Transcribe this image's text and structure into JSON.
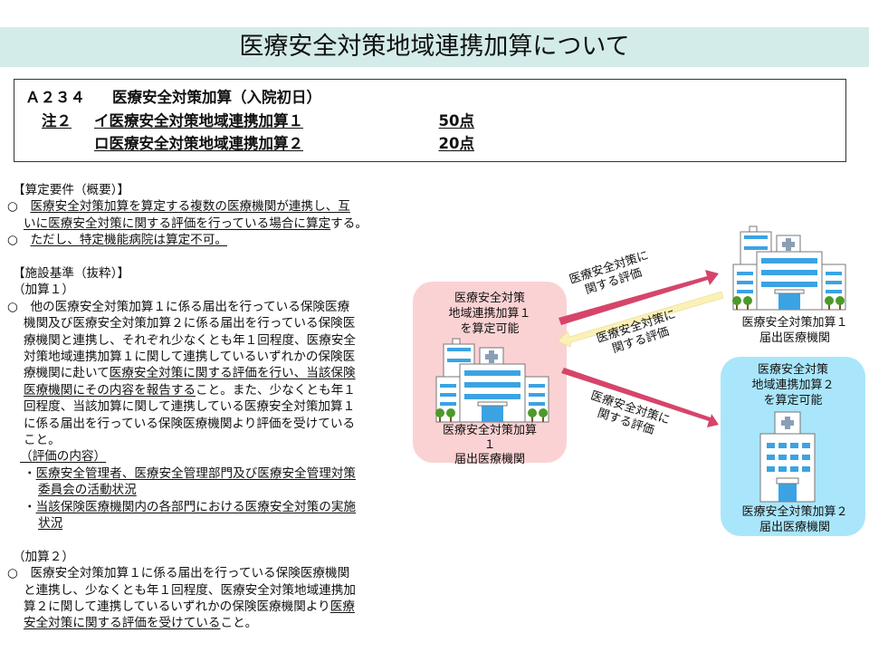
{
  "title": "医療安全対策地域連携加算について",
  "header_box": {
    "line1_code": "Ａ２３４",
    "line1_name": "医療安全対策加算（入院初日）",
    "line2_note": "注２",
    "line2_name": "イ医療安全対策地域連携加算１",
    "line2_points": "50点",
    "line3_name": "ロ医療安全対策地域連携加算２",
    "line3_points": "20点"
  },
  "body_lines": [
    {
      "x": 14,
      "segs": [
        {
          "t": "【算定要件（概要）】"
        }
      ]
    },
    {
      "x": 8,
      "segs": [
        {
          "t": "○　"
        },
        {
          "t": "医療安全対策加算を算定する複数の医療機関が連携し、互",
          "u": 1
        }
      ]
    },
    {
      "x": 26,
      "segs": [
        {
          "t": "いに医療安全対策に関する評価を行っている場合に算定",
          "u": 1
        },
        {
          "t": "する。"
        }
      ]
    },
    {
      "x": 8,
      "segs": [
        {
          "t": "○　"
        },
        {
          "t": "ただし、特定機能病院は算定不可。",
          "u": 1
        }
      ]
    },
    {
      "x": 14,
      "segs": [
        {
          "t": "【施設基準（抜粋）】"
        }
      ],
      "gap": 1
    },
    {
      "x": 14,
      "segs": [
        {
          "t": "（加算１）"
        }
      ]
    },
    {
      "x": 8,
      "segs": [
        {
          "t": "○　他の医療安全対策加算１に係る届出を行っている保険医療"
        }
      ]
    },
    {
      "x": 26,
      "segs": [
        {
          "t": "機関及び医療安全対策加算２に係る届出を行っている保険医"
        }
      ]
    },
    {
      "x": 26,
      "segs": [
        {
          "t": "療機関と連携し、それぞれ少なくとも年１回程度、医療安全"
        }
      ]
    },
    {
      "x": 26,
      "segs": [
        {
          "t": "対策地域連携加算１に関して連携しているいずれかの保険医"
        }
      ]
    },
    {
      "x": 26,
      "segs": [
        {
          "t": "療機関に赴いて"
        },
        {
          "t": "医療安全対策に関する評価を行い、当該保険",
          "u": 1
        }
      ]
    },
    {
      "x": 26,
      "segs": [
        {
          "t": "医療機関にその内容を報告する",
          "u": 1
        },
        {
          "t": "こと。また、少なくとも年１"
        }
      ]
    },
    {
      "x": 26,
      "segs": [
        {
          "t": "回程度、当該加算に関して連携している医療安全対策加算１"
        }
      ]
    },
    {
      "x": 26,
      "segs": [
        {
          "t": "に係る届出を行っている保険医療機関より評価を受けている"
        }
      ]
    },
    {
      "x": 26,
      "segs": [
        {
          "t": "こと。"
        }
      ]
    },
    {
      "x": 22,
      "segs": [
        {
          "t": "（評価の内容）",
          "u": 1
        }
      ]
    },
    {
      "x": 26,
      "segs": [
        {
          "t": "・"
        },
        {
          "t": "医療安全管理者、医療安全管理部門及び医療安全管理対策",
          "u": 1
        }
      ]
    },
    {
      "x": 42,
      "segs": [
        {
          "t": "委員会の活動状況",
          "u": 1
        }
      ]
    },
    {
      "x": 26,
      "segs": [
        {
          "t": "・"
        },
        {
          "t": "当該保険医療機関内の各部門における医療安全対策の実施",
          "u": 1
        }
      ]
    },
    {
      "x": 42,
      "segs": [
        {
          "t": "状況",
          "u": 1
        }
      ]
    },
    {
      "x": 14,
      "segs": [
        {
          "t": "（加算２）"
        }
      ],
      "gap": 1
    },
    {
      "x": 8,
      "segs": [
        {
          "t": "○　医療安全対策加算１に係る届出を行っている保険医療機関"
        }
      ]
    },
    {
      "x": 26,
      "segs": [
        {
          "t": "と連携し、少なくとも年１回程度、医療安全対策地域連携加"
        }
      ]
    },
    {
      "x": 26,
      "segs": [
        {
          "t": "算２に関して連携しているいずれかの保険医療機関より"
        },
        {
          "t": "医療",
          "u": 1
        }
      ]
    },
    {
      "x": 26,
      "segs": [
        {
          "t": "安全対策に関する評価を受けている",
          "u": 1
        },
        {
          "t": "こと。"
        }
      ]
    }
  ],
  "diagram": {
    "center": {
      "top": "医療安全対策\n地域連携加算１\nを算定可能",
      "bottom": "医療安全対策加算\n１\n届出医療機関"
    },
    "top_right": {
      "label": "医療安全対策加算１\n届出医療機関"
    },
    "bottom_right": {
      "top": "医療安全対策\n地域連携加算２\nを算定可能",
      "bottom": "医療安全対策加算２\n届出医療機関"
    },
    "arrow_out_1": "医療安全対策に\n関する評価",
    "arrow_in": "医療安全対策に\n関する評価",
    "arrow_out_2": "医療安全対策に\n関する評価",
    "colors": {
      "arrow_red": "#d5456a",
      "arrow_yellow": "#fbf1b6",
      "pink_box": "#fbd2d3",
      "blue_box": "#a9e6fb"
    }
  }
}
